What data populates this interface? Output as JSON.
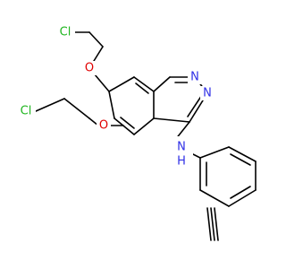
{
  "molecule": {
    "atoms": {
      "cl_top": "Cl",
      "cl_bottom": "Cl",
      "o_upper": "O",
      "o_lower": "O",
      "n_ring_top": "N",
      "n_ring_right": "N",
      "nh_n": "N",
      "nh_h": "H"
    }
  },
  "colors": {
    "chlorine": "#1fb51f",
    "oxygen": "#e00000",
    "nitrogen": "#2f2fe6",
    "carbon_bond": "#000000"
  }
}
